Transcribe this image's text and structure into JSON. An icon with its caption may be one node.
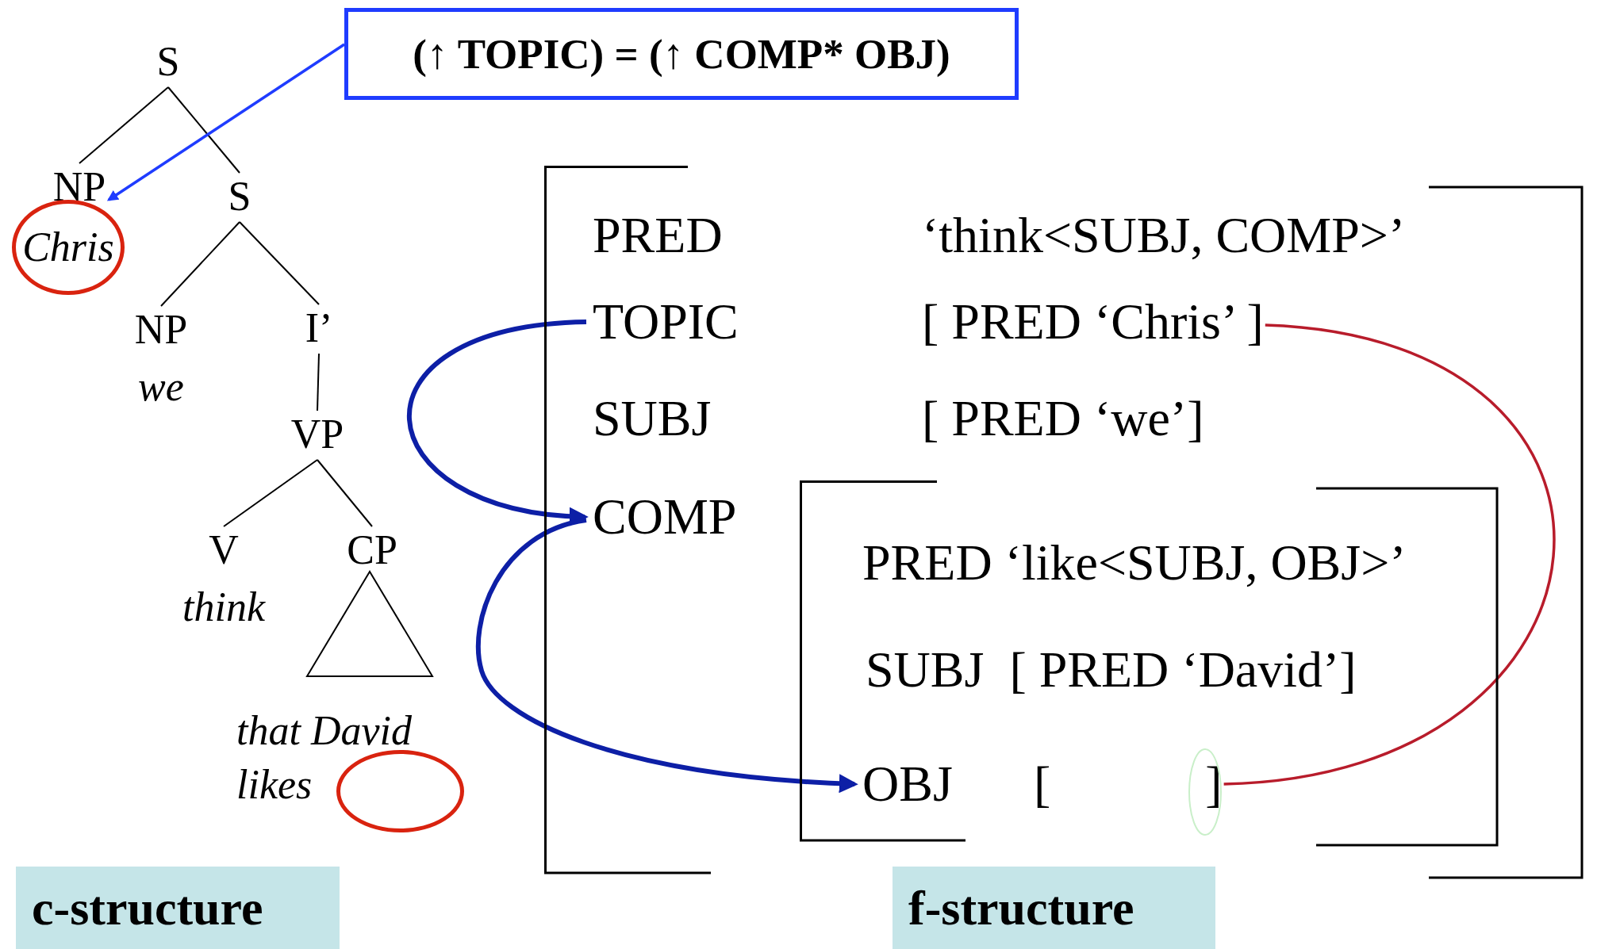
{
  "diagram": {
    "nodes": [
      {
        "text": [
          "(↑ TOPIC) = (↑ COMP* OBJ)"
        ]
      },
      {
        "text": [
          "S"
        ]
      },
      {
        "text": [
          "NP"
        ]
      },
      {
        "text": [
          "Chris"
        ]
      },
      {
        "text": [
          "S"
        ]
      },
      {
        "text": [
          "NP",
          "we"
        ]
      },
      {
        "text": [
          "I’"
        ]
      },
      {
        "text": [
          "VP"
        ]
      },
      {
        "text": [
          "V",
          "think"
        ]
      },
      {
        "text": [
          "CP"
        ]
      },
      {
        "text": [],
        "shape": "triangle"
      },
      {
        "text": [],
        "shape": "circle"
      },
      {
        "text": [
          "c-structure"
        ]
      },
      {
        "text": [],
        "shape": "bracket"
      },
      {
        "text": [
          "PRED"
        ],
        "in": 13
      },
      {
        "text": [
          "‘think<SUBJ, COMP>’"
        ],
        "in": 13
      },
      {
        "text": [
          "TOPIC"
        ],
        "in": 13
      },
      {
        "text": [
          "[ PRED ‘Chris’ ]"
        ],
        "in": 13
      },
      {
        "text": [
          "SUBJ"
        ],
        "in": 13
      },
      {
        "text": [
          "[ PRED ‘we’]"
        ],
        "in": 13
      },
      {
        "text": [
          "COMP"
        ],
        "in": 13
      },
      {
        "text": [],
        "shape": "bracket",
        "in": 13
      },
      {
        "text": [
          "PRED ‘like<SUBJ, OBJ>’"
        ],
        "in": 21
      },
      {
        "text": [
          "SUBJ  [ PRED ‘David’]"
        ],
        "in": 21
      },
      {
        "text": [
          "OBJ"
        ],
        "in": 21
      },
      {
        "text": [
          "[",
          "]"
        ],
        "in": 21
      },
      {
        "text": [
          "f-structure"
        ]
      }
    ],
    "edges": [
      {
        "from": 1,
        "to": 2,
        "arrow": "none"
      },
      {
        "from": 1,
        "to": 4,
        "arrow": "none"
      },
      {
        "from": 4,
        "to": 5,
        "arrow": "none"
      },
      {
        "from": 4,
        "to": 6,
        "arrow": "none"
      },
      {
        "from": 6,
        "to": 7,
        "arrow": "none"
      },
      {
        "from": 7,
        "to": 8,
        "arrow": "none"
      },
      {
        "from": 7,
        "to": 9,
        "arrow": "none"
      },
      {
        "from": 0,
        "to": 2,
        "arrow": "to",
        "color": "#1f3cff"
      },
      {
        "from": 16,
        "to": 20,
        "arrow": "to",
        "style": "thick",
        "color": "#0d1fa6"
      },
      {
        "from": 20,
        "to": 24,
        "arrow": "to",
        "style": "thick",
        "color": "#0d1fa6"
      },
      {
        "from": 17,
        "to": 25,
        "arrow": "none",
        "color": "#b81c2b"
      }
    ],
    "labels": [
      "that David likes"
    ]
  }
}
